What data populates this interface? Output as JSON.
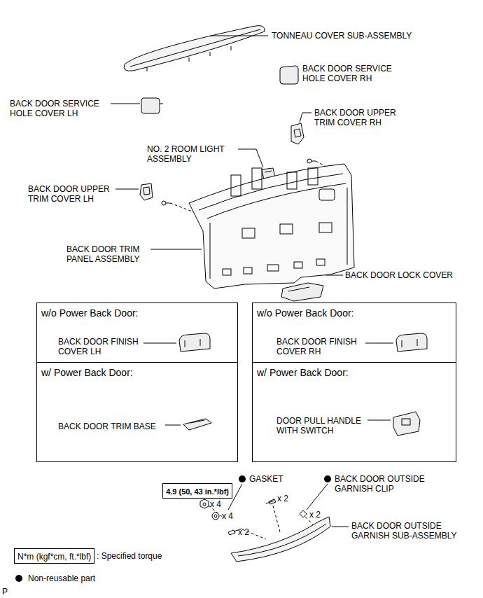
{
  "diagram": {
    "nodes": [
      {
        "text": [
          "w/o Power Back Door:",
          "BACK DOOR FINISH COVER LH"
        ]
      },
      {
        "text": [
          "w/o Power Back Door:",
          "BACK DOOR FINISH COVER RH"
        ]
      },
      {
        "text": [
          "w/ Power Back Door:",
          "BACK DOOR TRIM BASE"
        ]
      },
      {
        "text": [
          "w/ Power Back Door:",
          "DOOR PULL HANDLE WITH SWITCH"
        ]
      },
      {
        "text": [
          "4.9 (50, 43 in.*lbf)"
        ]
      },
      {
        "text": [
          "N*m (kgf*cm, ft.*lbf)"
        ]
      }
    ],
    "labels": [
      "TONNEAU COVER SUB-ASSEMBLY",
      "BACK DOOR SERVICE HOLE COVER RH",
      "BACK DOOR SERVICE HOLE COVER LH",
      "BACK DOOR UPPER TRIM COVER RH",
      "NO. 2 ROOM LIGHT ASSEMBLY",
      "BACK DOOR UPPER TRIM COVER LH",
      "BACK DOOR TRIM PANEL ASSEMBLY",
      "BACK DOOR LOCK COVER",
      "GASKET",
      "BACK DOOR OUTSIDE GARNISH CLIP",
      "BACK DOOR OUTSIDE GARNISH SUB-ASSEMBLY",
      "x 4",
      "x 4",
      "x 2",
      "x 2",
      "x 2",
      ": Specified torque",
      "P"
    ],
    "legend": [
      {
        "text": "Non-reusable part"
      }
    ]
  }
}
